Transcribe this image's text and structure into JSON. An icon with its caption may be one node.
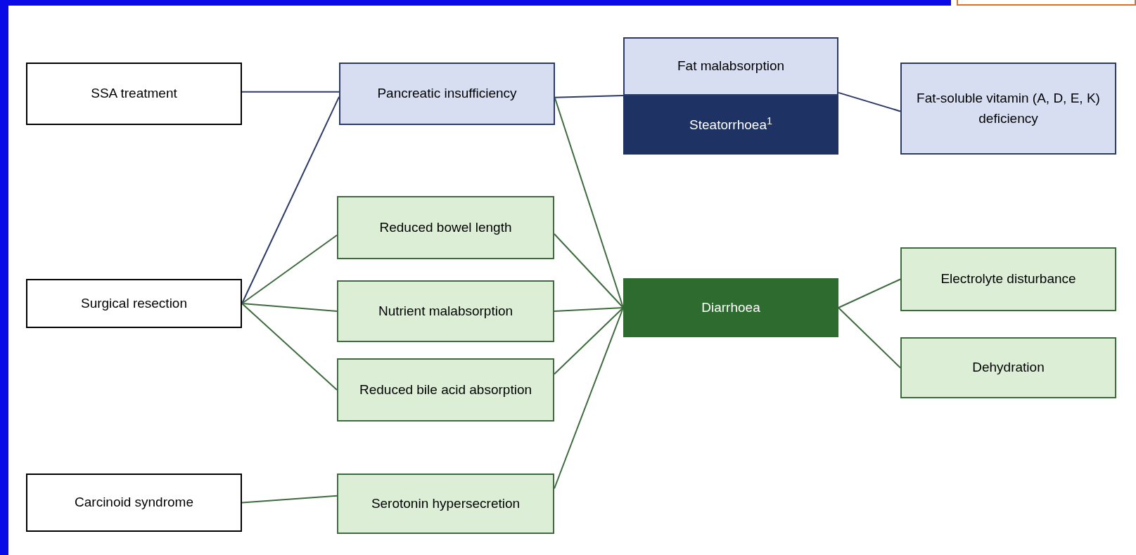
{
  "diagram": {
    "nodes": [
      {
        "text": [
          "SSA treatment"
        ]
      },
      {
        "text": [
          "Surgical resection"
        ]
      },
      {
        "text": [
          "Carcinoid syndrome"
        ]
      },
      {
        "text": [
          "Pancreatic insufficiency"
        ]
      },
      {
        "text": [
          "Reduced bowel length"
        ]
      },
      {
        "text": [
          "Nutrient malabsorption"
        ]
      },
      {
        "text": [
          "Reduced bile acid absorption"
        ]
      },
      {
        "text": [
          "Serotonin hypersecretion"
        ]
      },
      {
        "text": [
          "Fat malabsorption"
        ]
      },
      {
        "text": [
          "Steatorrhoea$^{1}$"
        ]
      },
      {
        "text": [
          "Diarrhoea"
        ]
      },
      {
        "text": [
          "Fat-soluble vitamin (A, D, E, K) deficiency"
        ]
      },
      {
        "text": [
          "Electrolyte disturbance"
        ]
      },
      {
        "text": [
          "Dehydration"
        ]
      }
    ],
    "edges": [
      {
        "from": 0,
        "to": 3,
        "arrow": "none",
        "color": "#2b3a67"
      },
      {
        "from": 1,
        "to": 3,
        "arrow": "none",
        "color": "#2b3a67"
      },
      {
        "from": 1,
        "to": 4,
        "arrow": "none"
      },
      {
        "from": 1,
        "to": 5,
        "arrow": "none"
      },
      {
        "from": 1,
        "to": 6,
        "arrow": "none"
      },
      {
        "from": 2,
        "to": 7,
        "arrow": "none"
      },
      {
        "from": 3,
        "to": 8,
        "arrow": "none",
        "color": "#2b3a67"
      },
      {
        "from": 3,
        "to": 10,
        "arrow": "none"
      },
      {
        "from": 4,
        "to": 10,
        "arrow": "none"
      },
      {
        "from": 5,
        "to": 10,
        "arrow": "none"
      },
      {
        "from": 6,
        "to": 10,
        "arrow": "none"
      },
      {
        "from": 7,
        "to": 10,
        "arrow": "none"
      },
      {
        "from": 8,
        "to": 11,
        "arrow": "none",
        "color": "#2b3a67"
      },
      {
        "from": 10,
        "to": 12,
        "arrow": "none"
      },
      {
        "from": 10,
        "to": 13,
        "arrow": "none"
      }
    ]
  }
}
